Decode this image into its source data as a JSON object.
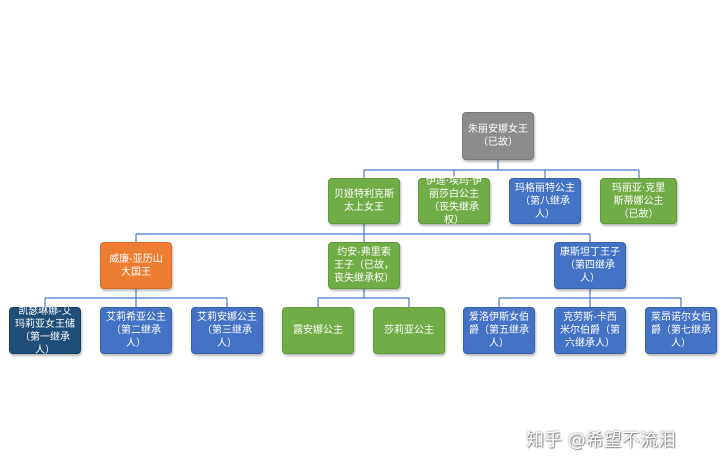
{
  "tree": {
    "root": {
      "text": "朱丽安娜女王\n（已故）",
      "color": "gray"
    },
    "children": [
      {
        "text": "贝娅特利克斯\n太上女王",
        "color": "green"
      },
      {
        "text": "伊莲·埃玛·伊\n丽莎白公主\n（丧失继承权）",
        "color": "green"
      },
      {
        "text": "玛格丽特公主\n（第八继承人）",
        "color": "blue"
      },
      {
        "text": "玛丽亚·克里\n斯蒂娜公主\n（已故）",
        "color": "green"
      }
    ],
    "grandchildren": [
      {
        "text": "威廉-亚历山\n大国王",
        "color": "orange"
      },
      {
        "text": "约安-弗里索\n王子（已故，\n丧失继承权）",
        "color": "green"
      },
      {
        "text": "康斯坦丁王子\n（第四继承人）",
        "color": "blue"
      }
    ],
    "great_grandchildren": [
      {
        "text": "凯瑟琳娜-艾\n玛莉亚女王储\n（第一继承人）",
        "color": "navy"
      },
      {
        "text": "艾莉希亚公主\n（第二继承人）",
        "color": "blue"
      },
      {
        "text": "艾莉安娜公主\n（第三继承人）",
        "color": "blue"
      },
      {
        "text": "露安娜公主",
        "color": "green"
      },
      {
        "text": "莎莉亚公主",
        "color": "green"
      },
      {
        "text": "爱洛伊斯女伯\n爵（第五继承\n人）",
        "color": "blue"
      },
      {
        "text": "克劳斯-卡西\n米尔伯爵（第\n六继承人）",
        "color": "blue"
      },
      {
        "text": "莱昂诺尔女伯\n爵（第七继承\n人）",
        "color": "blue"
      }
    ]
  },
  "watermark": "知乎 @希望不流泪"
}
